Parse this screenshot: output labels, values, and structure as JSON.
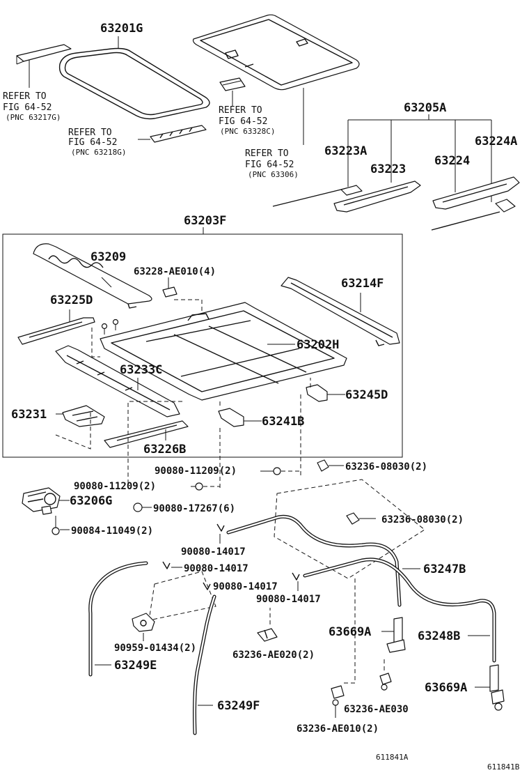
{
  "parts": {
    "p63201G": "63201G",
    "p63205A": "63205A",
    "p63223A": "63223A",
    "p63223": "63223",
    "p63224": "63224",
    "p63224A": "63224A",
    "p63203F": "63203F",
    "p63209": "63209",
    "p63228": "63228-AE010(4)",
    "p63214F": "63214F",
    "p63225D": "63225D",
    "p63202H": "63202H",
    "p63233C": "63233C",
    "p63245D": "63245D",
    "p63231": "63231",
    "p63241B": "63241B",
    "p63226B": "63226B",
    "p90080_11209_a": "90080-11209(2)",
    "p63236_08030_a": "63236-08030(2)",
    "p90080_11209_b": "90080-11209(2)",
    "p63206G": "63206G",
    "p90080_17267": "90080-17267(6)",
    "p90084_11049": "90084-11049(2)",
    "p63236_08030_b": "63236-08030(2)",
    "p90080_14017_a": "90080-14017",
    "p90080_14017_b": "90080-14017",
    "p63247B": "63247B",
    "p90080_14017_c": "90080-14017",
    "p90080_14017_d": "90080-14017",
    "p63669A_a": "63669A",
    "p63248B": "63248B",
    "p90959": "90959-01434(2)",
    "p63236_AE020": "63236-AE020(2)",
    "p63249E": "63249E",
    "p63669A_b": "63669A",
    "p63249F": "63249F",
    "p63236_AE030": "63236-AE030",
    "p63236_AE010": "63236-AE010(2)"
  },
  "refs": {
    "r1": {
      "line1": "REFER TO",
      "line2": "FIG 64-52",
      "line3": "(PNC 63217G)"
    },
    "r2": {
      "line1": "REFER TO",
      "line2": "FIG 64-52",
      "line3": "(PNC 63218G)"
    },
    "r3": {
      "line1": "REFER TO",
      "line2": "FIG 64-52",
      "line3": "(PNC 63328C)"
    },
    "r4": {
      "line1": "REFER TO",
      "line2": "FIG 64-52",
      "line3": "(PNC 63306)"
    }
  },
  "catalog": {
    "code_a": "611841A",
    "code_b": "611841B"
  }
}
